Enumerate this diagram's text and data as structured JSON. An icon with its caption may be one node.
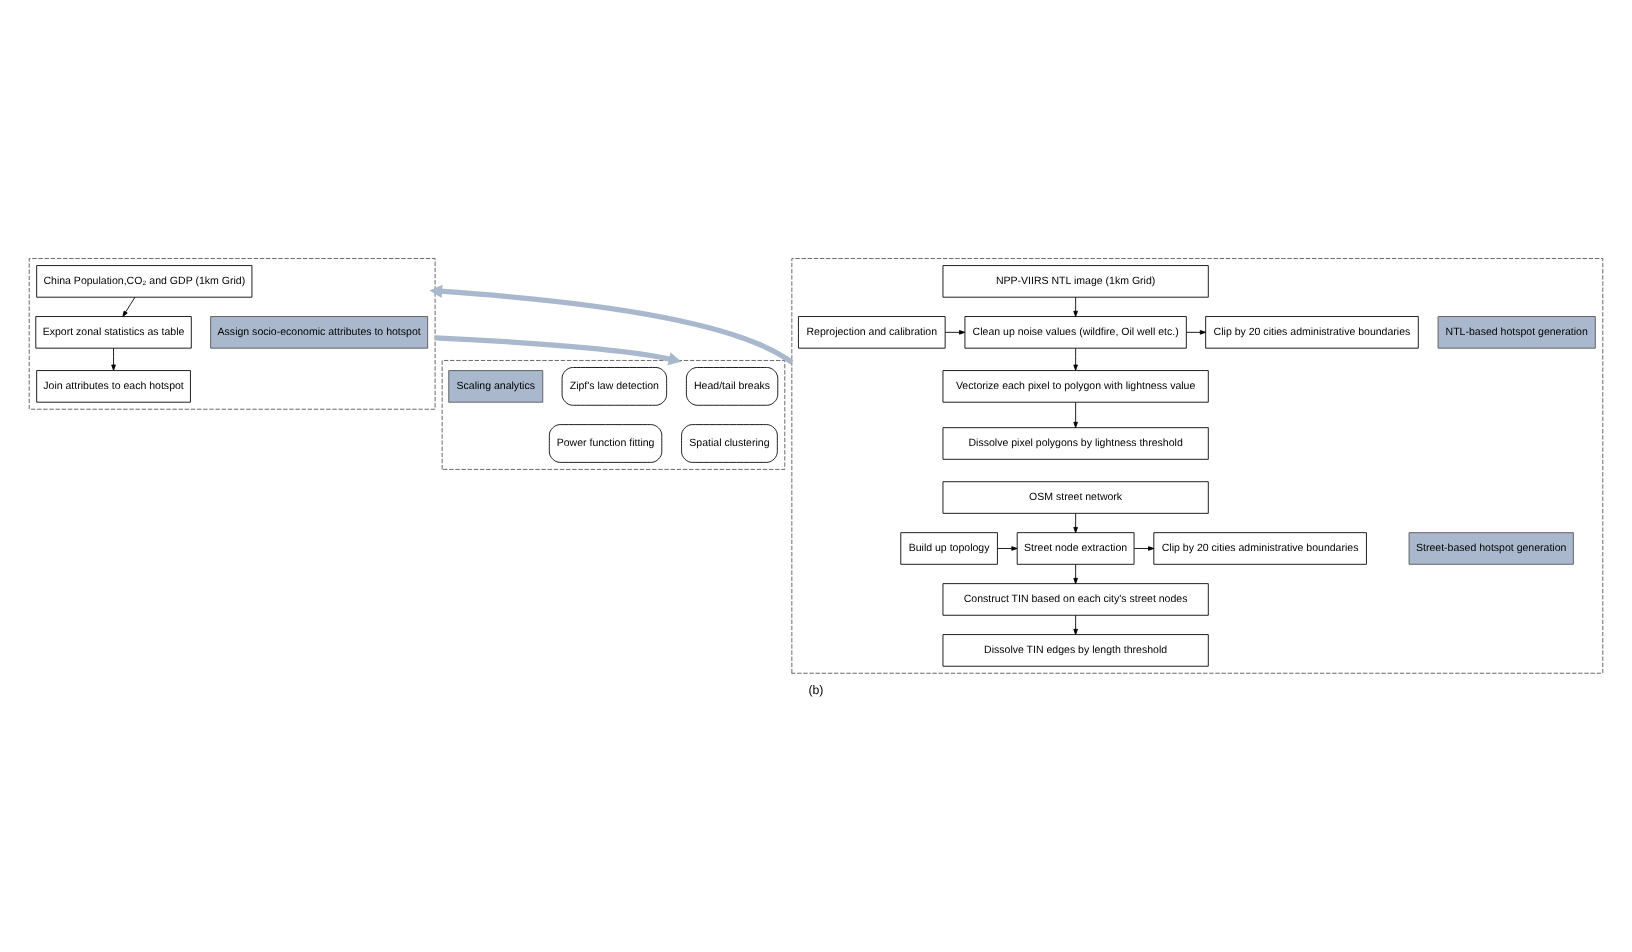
{
  "diagram": {
    "caption": "(b)",
    "nodes": [
      {
        "text": [],
        "shape": "box"
      },
      {
        "text": [
          "NTL-based hotspot generation"
        ],
        "in": 0
      },
      {
        "text": [
          "NPP-VIIRS NTL image (1km Grid)"
        ],
        "in": 0
      },
      {
        "text": [
          "Reprojection and calibration"
        ],
        "in": 0
      },
      {
        "text": [
          "Clean up noise values (wildfire, Oil well etc.)"
        ],
        "in": 0
      },
      {
        "text": [
          "Clip by 20 cities administrative boundaries"
        ],
        "in": 0
      },
      {
        "text": [
          "Vectorize each pixel to polygon with lightness value"
        ],
        "in": 0
      },
      {
        "text": [
          "Dissolve pixel polygons by lightness threshold"
        ],
        "in": 0
      },
      {
        "text": [
          "Street-based hotspot generation"
        ],
        "in": 0
      },
      {
        "text": [
          "OSM street network"
        ],
        "in": 0
      },
      {
        "text": [
          "Build up topology"
        ],
        "in": 0
      },
      {
        "text": [
          "Street node extraction"
        ],
        "in": 0
      },
      {
        "text": [
          "Clip by 20 cities administrative boundaries"
        ],
        "in": 0
      },
      {
        "text": [
          "Construct TIN based on each city's street nodes"
        ],
        "in": 0
      },
      {
        "text": [
          "Dissolve TIN edges by length threshold"
        ],
        "in": 0
      },
      {
        "text": [],
        "shape": "box"
      },
      {
        "text": [
          "China Population,CO₂ and GDP (1km Grid)"
        ],
        "in": 15
      },
      {
        "text": [
          "Export zonal statistics as table"
        ],
        "in": 15
      },
      {
        "text": [
          "Join attributes to each hotspot"
        ],
        "in": 15
      },
      {
        "text": [
          "Assign socio-economic attributes to hotspot"
        ],
        "in": 15
      },
      {
        "text": [],
        "shape": "box"
      },
      {
        "text": [
          "Head/tail breaks"
        ],
        "in": 20
      },
      {
        "text": [
          "Zipf's law detection"
        ],
        "in": 20
      },
      {
        "text": [
          "Spatial clustering"
        ],
        "in": 20
      },
      {
        "text": [
          "Power function fitting"
        ],
        "in": 20
      },
      {
        "text": [
          "Scaling analytics"
        ],
        "in": 20
      }
    ],
    "edges": [
      {
        "from": 2,
        "to": 4,
        "arrow": "to"
      },
      {
        "from": 3,
        "to": 4,
        "arrow": "to"
      },
      {
        "from": 4,
        "to": 5,
        "arrow": "to"
      },
      {
        "from": 4,
        "to": 6,
        "arrow": "to"
      },
      {
        "from": 6,
        "to": 7,
        "arrow": "to"
      },
      {
        "from": 9,
        "to": 11,
        "arrow": "to"
      },
      {
        "from": 10,
        "to": 11,
        "arrow": "to"
      },
      {
        "from": 11,
        "to": 12,
        "arrow": "to"
      },
      {
        "from": 11,
        "to": 13,
        "arrow": "to"
      },
      {
        "from": 13,
        "to": 14,
        "arrow": "to"
      },
      {
        "from": 16,
        "to": 17,
        "arrow": "to"
      },
      {
        "from": 17,
        "to": 18,
        "arrow": "to"
      },
      {
        "from": 0,
        "to": 15,
        "arrow": "to",
        "style": "thick",
        "color": "#a9b8cc"
      },
      {
        "from": 15,
        "to": 20,
        "arrow": "to",
        "style": "thick",
        "color": "#a9b8cc"
      }
    ]
  }
}
